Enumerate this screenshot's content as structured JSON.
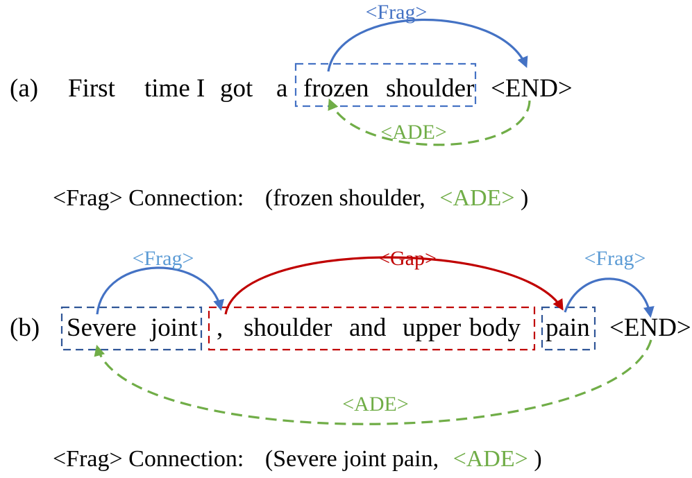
{
  "colors": {
    "frag": "#4472C4",
    "frag_label_a": "#4472C4",
    "frag_label_b": "#5B9BD5",
    "ade": "#70AD47",
    "gap": "#C00000",
    "box_blue": "#2F5597",
    "text": "#000000"
  },
  "panel_a": {
    "marker": "(a)",
    "tokens": [
      "First",
      "time",
      "I",
      "got",
      "a",
      "frozen",
      "shoulder",
      "<END>"
    ],
    "frag_label": "<Frag>",
    "ade_label": "<ADE>",
    "connection_prefix": "<Frag> Connection:",
    "connection_open": "(frozen shoulder,",
    "connection_tag": "<ADE>",
    "connection_close": ")"
  },
  "panel_b": {
    "marker": "(b)",
    "tokens": [
      "Severe",
      "joint",
      ",",
      "shoulder",
      "and",
      "upper",
      "body",
      "pain",
      "<END>"
    ],
    "frag_label_left": "<Frag>",
    "gap_label": "<Gap>",
    "frag_label_right": "<Frag>",
    "ade_label": "<ADE>",
    "connection_prefix": "<Frag> Connection:",
    "connection_open": "(Severe joint pain,",
    "connection_tag": "<ADE>",
    "connection_close": ")"
  }
}
